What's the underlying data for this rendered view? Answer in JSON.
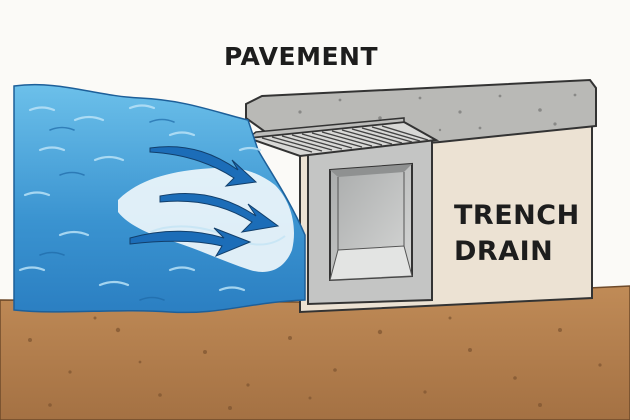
{
  "labels": {
    "pavement": "PAVEMENT",
    "drain_line1": "TRENCH",
    "drain_line2": "DRAIN"
  },
  "colors": {
    "water_light": "#5fb5e3",
    "water_mid": "#3a93d0",
    "water_dark": "#1e6fb2",
    "arrow": "#1c6db8",
    "soil": "#b5804e",
    "soil_dark": "#8a5a32",
    "pavement_top": "#b9b9b6",
    "pavement_side": "#ece2d3",
    "channel": "#c7c8c7",
    "grate": "#dcdcdc",
    "outline": "#333333"
  },
  "icons": [
    "flow-arrow-icon",
    "grate-icon"
  ]
}
